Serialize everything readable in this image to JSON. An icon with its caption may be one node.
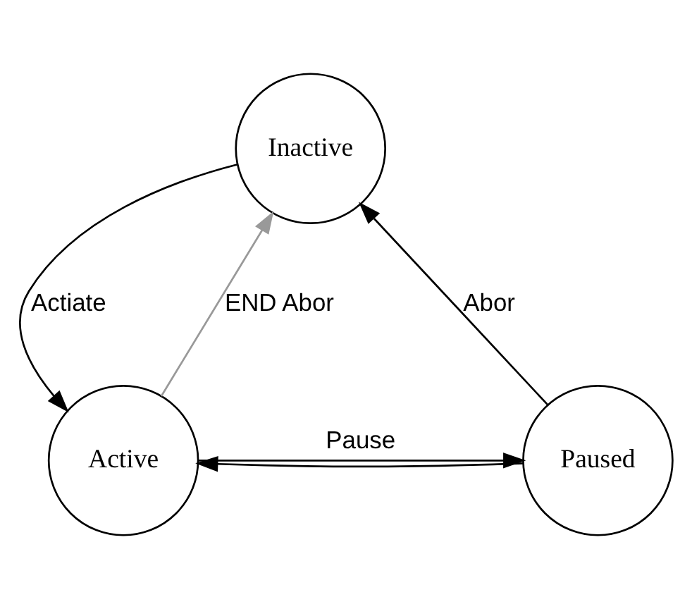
{
  "diagram": {
    "nodes": [
      {
        "text": [
          "Inactive"
        ]
      },
      {
        "text": [
          "Paused"
        ]
      },
      {
        "text": [
          "Active"
        ]
      }
    ],
    "edges": [
      {
        "from": 1,
        "to": 0,
        "arrow": "to",
        "label": "Abor"
      },
      {
        "from": 0,
        "to": 2,
        "arrow": "to",
        "label": "Actiate"
      },
      {
        "from": 2,
        "to": 0,
        "arrow": "to",
        "label": "END Abor",
        "color": "#999999"
      },
      {
        "from": 1,
        "to": 2,
        "arrow": "to"
      },
      {
        "from": 2,
        "to": 1,
        "arrow": "to",
        "label": "Pause"
      }
    ]
  }
}
